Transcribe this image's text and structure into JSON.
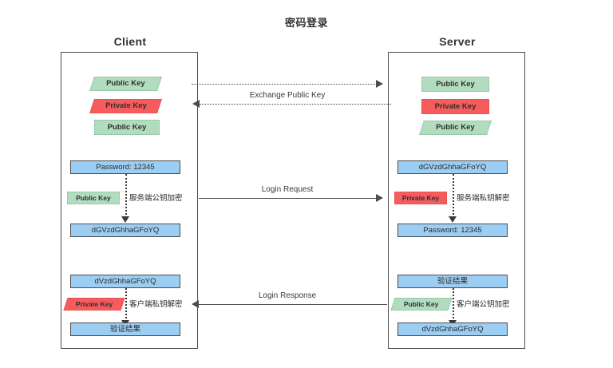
{
  "title": "密码登录",
  "columns": {
    "client": "Client",
    "server": "Server"
  },
  "colors": {
    "public_key_fill": "#b2dcc0",
    "private_key_fill": "#f75c5c",
    "data_fill": "#9ccdf2",
    "stroke": "#4d4d4d"
  },
  "client": {
    "keys": [
      {
        "label": "Public Key",
        "kind": "public",
        "shape": "parallelogram"
      },
      {
        "label": "Private Key",
        "kind": "private",
        "shape": "parallelogram"
      },
      {
        "label": "Public Key",
        "kind": "public",
        "shape": "rectangle"
      }
    ],
    "request_step": {
      "input": "Password: 12345",
      "key": "Public Key",
      "key_kind": "public",
      "key_shape": "rectangle",
      "caption": "服务端公钥加密",
      "output": "dGVzdGhhaGFoYQ"
    },
    "response_step": {
      "input": "dVzdGhhaGFoYQ",
      "key": "Private Key",
      "key_kind": "private",
      "key_shape": "parallelogram",
      "caption": "客户端私钥解密",
      "output": "验证结果"
    }
  },
  "server": {
    "keys": [
      {
        "label": "Public Key",
        "kind": "public",
        "shape": "rectangle"
      },
      {
        "label": "Private Key",
        "kind": "private",
        "shape": "rectangle"
      },
      {
        "label": "Public Key",
        "kind": "public",
        "shape": "parallelogram"
      }
    ],
    "request_step": {
      "input": "dGVzdGhhaGFoYQ",
      "key": "Private Key",
      "key_kind": "private",
      "key_shape": "rectangle",
      "caption": "服务端私钥解密",
      "output": "Password: 12345"
    },
    "response_step": {
      "input": "验证结果",
      "key": "Public Key",
      "key_kind": "public",
      "key_shape": "parallelogram",
      "caption": "客户端公钥加密",
      "output": "dVzdGhhaGFoYQ"
    }
  },
  "messages": [
    {
      "label": "Exchange Public Key",
      "style": "dotted",
      "direction": "both"
    },
    {
      "label": "Login Request",
      "style": "solid",
      "direction": "right"
    },
    {
      "label": "Login Response",
      "style": "solid",
      "direction": "left"
    }
  ]
}
